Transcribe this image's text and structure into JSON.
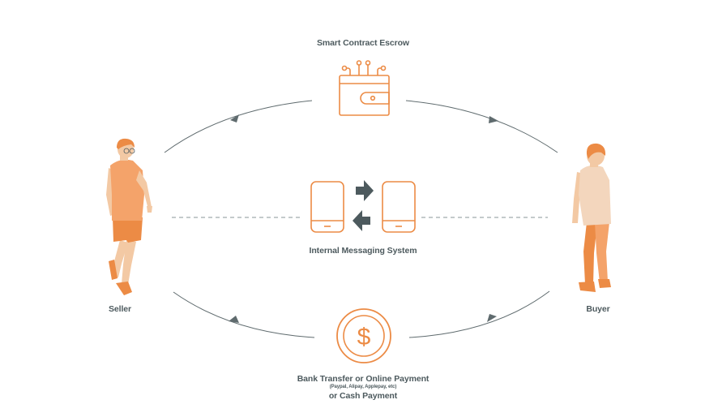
{
  "diagram": {
    "escrow_label": "Smart Contract Escrow",
    "messaging_label": "Internal Messaging System",
    "seller_label": "Seller",
    "buyer_label": "Buyer",
    "payment_label_line1": "Bank Transfer or Online Payment",
    "payment_label_small": "(Paypal, Alipay, Applepay, etc)",
    "payment_label_line2": "or Cash Payment",
    "payment_symbol": "$"
  },
  "colors": {
    "accent": "#ec8b45",
    "accent_light": "#f4b07a",
    "skin": "#f3c9a4",
    "line": "#5f6b6e",
    "text": "#4d5a5e"
  },
  "icons": [
    "wallet-circuit-icon",
    "phone-icon",
    "arrow-right-icon",
    "arrow-left-icon",
    "dollar-coin-icon",
    "seller-figure",
    "buyer-figure"
  ]
}
